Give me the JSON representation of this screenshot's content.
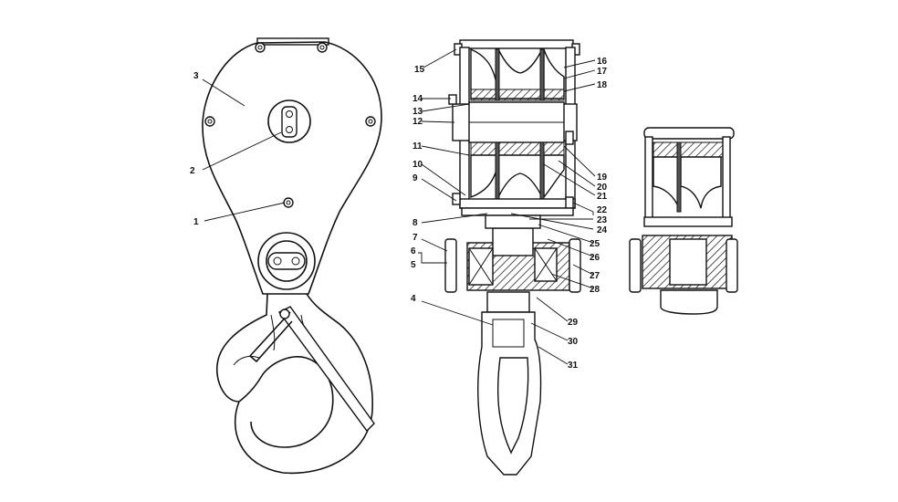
{
  "colors": {
    "ink": "#111111",
    "paper": "#ffffff",
    "shade": "#555555"
  },
  "callouts": [
    {
      "id": "1",
      "label": "1"
    },
    {
      "id": "2",
      "label": "2"
    },
    {
      "id": "3",
      "label": "3"
    },
    {
      "id": "4",
      "label": "4"
    },
    {
      "id": "5",
      "label": "5"
    },
    {
      "id": "6",
      "label": "6"
    },
    {
      "id": "7",
      "label": "7"
    },
    {
      "id": "8",
      "label": "8"
    },
    {
      "id": "9",
      "label": "9"
    },
    {
      "id": "10",
      "label": "10"
    },
    {
      "id": "11",
      "label": "11"
    },
    {
      "id": "12",
      "label": "12"
    },
    {
      "id": "13",
      "label": "13"
    },
    {
      "id": "14",
      "label": "14"
    },
    {
      "id": "15",
      "label": "15"
    },
    {
      "id": "16",
      "label": "16"
    },
    {
      "id": "17",
      "label": "17"
    },
    {
      "id": "18",
      "label": "18"
    },
    {
      "id": "19",
      "label": "19"
    },
    {
      "id": "20",
      "label": "20"
    },
    {
      "id": "21",
      "label": "21"
    },
    {
      "id": "22",
      "label": "22"
    },
    {
      "id": "23",
      "label": "23"
    },
    {
      "id": "24",
      "label": "24"
    },
    {
      "id": "25",
      "label": "25"
    },
    {
      "id": "26",
      "label": "26"
    },
    {
      "id": "27",
      "label": "27"
    },
    {
      "id": "28",
      "label": "28"
    },
    {
      "id": "29",
      "label": "29"
    },
    {
      "id": "30",
      "label": "30"
    },
    {
      "id": "31",
      "label": "31"
    }
  ]
}
